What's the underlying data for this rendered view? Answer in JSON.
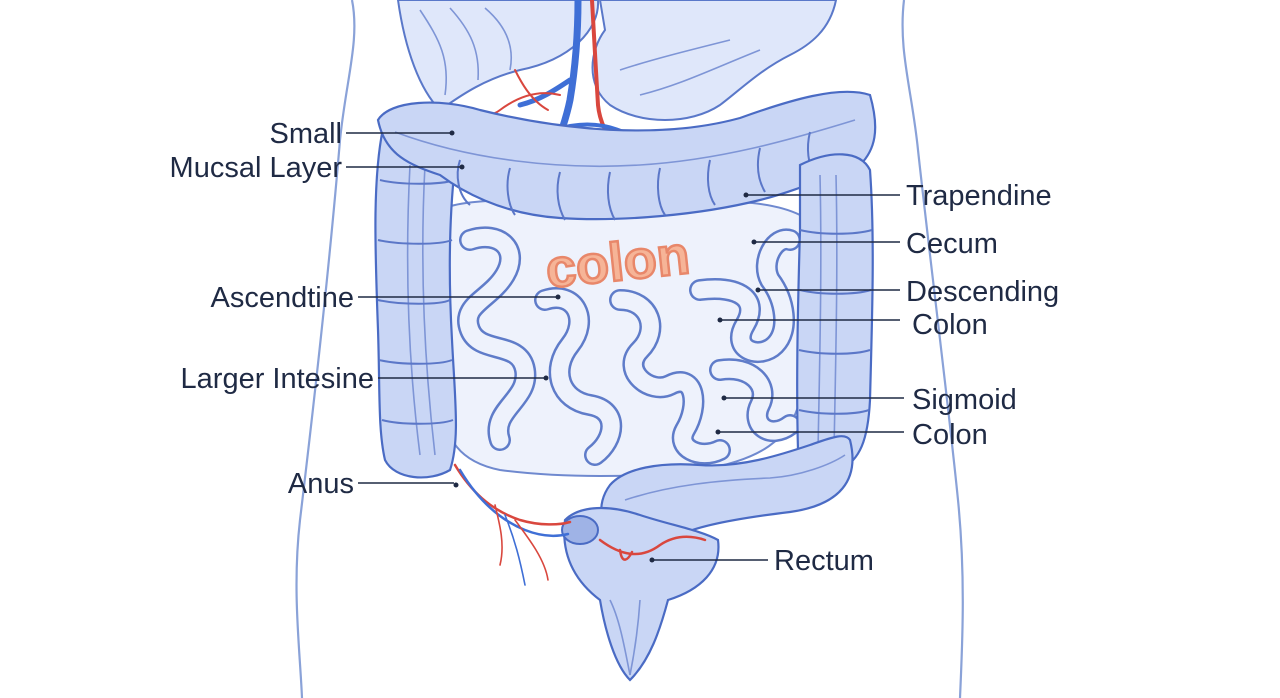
{
  "labels": {
    "small": "Small",
    "mucsal_layer": "Mucsal Layer",
    "ascendtine": "Ascendtine",
    "larger_intesine": "Larger Intesine",
    "anus": "Anus",
    "trapendine": "Trapendine",
    "cecum": "Cecum",
    "descending": "Descending",
    "colon_1": "Colon",
    "sigmoid": "Sigmoid",
    "colon_2": "Colon",
    "rectum": "Rectum"
  },
  "center_word": "colon",
  "colors": {
    "organ_fill": "#c9d6f5",
    "organ_stroke": "#4a6bc4",
    "label_text": "#1f2a44",
    "center_word": "#f6b497",
    "artery": "#d9473e",
    "vein": "#3f6fd6"
  }
}
